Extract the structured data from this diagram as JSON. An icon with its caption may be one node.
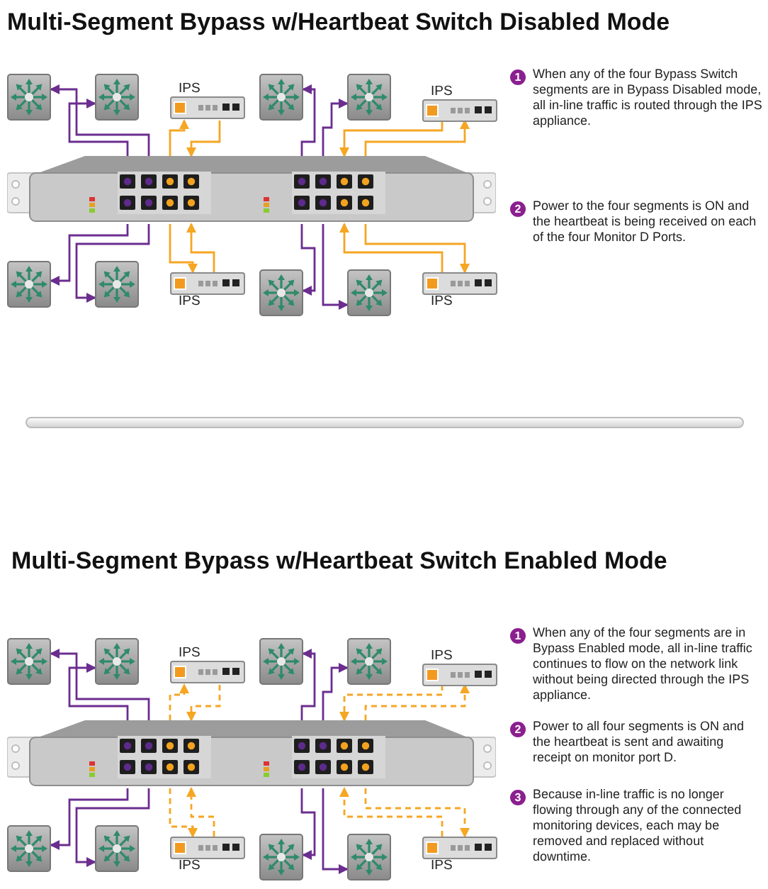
{
  "diagram": {
    "title": "Multi-Segment Bypass w/Heartbeat Switch Disabled Mode",
    "nodes": [
      {
        "text": [],
        "shape": "picture"
      },
      {
        "text": [],
        "shape": "picture"
      },
      {
        "text": [
          "IPS"
        ]
      },
      {
        "text": [],
        "shape": "picture"
      },
      {
        "text": [],
        "shape": "picture"
      },
      {
        "text": [
          "IPS"
        ]
      },
      {
        "text": [],
        "shape": "picture"
      },
      {
        "text": [],
        "shape": "picture"
      },
      {
        "text": [],
        "shape": "picture"
      },
      {
        "text": [
          "IPS"
        ]
      },
      {
        "text": [],
        "shape": "picture"
      },
      {
        "text": [],
        "shape": "picture"
      },
      {
        "text": [
          "IPS"
        ]
      },
      {
        "text": [],
        "shape": "picture"
      },
      {
        "text": [],
        "shape": "picture"
      },
      {
        "text": [
          "IPS"
        ]
      },
      {
        "text": [],
        "shape": "picture"
      },
      {
        "text": [],
        "shape": "picture"
      },
      {
        "text": [
          "IPS"
        ]
      },
      {
        "text": [],
        "shape": "picture"
      },
      {
        "text": [],
        "shape": "picture"
      },
      {
        "text": [],
        "shape": "picture"
      },
      {
        "text": [
          "IPS"
        ]
      },
      {
        "text": [],
        "shape": "picture"
      },
      {
        "text": [],
        "shape": "picture"
      },
      {
        "text": [
          "IPS"
        ]
      }
    ],
    "edges": [
      {
        "from": 6,
        "to": 0,
        "arrow": "to"
      },
      {
        "from": 6,
        "to": 1,
        "arrow": "to"
      },
      {
        "from": 6,
        "to": 3,
        "arrow": "to"
      },
      {
        "from": 6,
        "to": 4,
        "arrow": "to"
      },
      {
        "from": 6,
        "to": 7,
        "arrow": "to"
      },
      {
        "from": 6,
        "to": 8,
        "arrow": "to"
      },
      {
        "from": 6,
        "to": 10,
        "arrow": "to"
      },
      {
        "from": 6,
        "to": 11,
        "arrow": "to"
      },
      {
        "from": 6,
        "to": 2,
        "arrow": "to",
        "color": "#f5a623"
      },
      {
        "from": 2,
        "to": 6,
        "arrow": "to",
        "color": "#f5a623"
      },
      {
        "from": 6,
        "to": 5,
        "arrow": "to",
        "color": "#f5a623"
      },
      {
        "from": 5,
        "to": 6,
        "arrow": "to",
        "color": "#f5a623"
      },
      {
        "from": 6,
        "to": 9,
        "arrow": "to",
        "color": "#f5a623"
      },
      {
        "from": 9,
        "to": 6,
        "arrow": "to",
        "color": "#f5a623"
      },
      {
        "from": 6,
        "to": 12,
        "arrow": "to",
        "color": "#f5a623"
      },
      {
        "from": 12,
        "to": 6,
        "arrow": "to",
        "color": "#f5a623"
      },
      {
        "from": 19,
        "to": 13,
        "arrow": "to"
      },
      {
        "from": 19,
        "to": 14,
        "arrow": "to"
      },
      {
        "from": 19,
        "to": 16,
        "arrow": "to"
      },
      {
        "from": 19,
        "to": 17,
        "arrow": "to"
      },
      {
        "from": 19,
        "to": 20,
        "arrow": "to"
      },
      {
        "from": 19,
        "to": 21,
        "arrow": "to"
      },
      {
        "from": 19,
        "to": 23,
        "arrow": "to"
      },
      {
        "from": 19,
        "to": 24,
        "arrow": "to"
      },
      {
        "from": 19,
        "to": 15,
        "arrow": "to",
        "style": "dashed",
        "color": "#f5a623"
      },
      {
        "from": 15,
        "to": 19,
        "arrow": "to",
        "style": "dashed",
        "color": "#f5a623"
      },
      {
        "from": 19,
        "to": 18,
        "arrow": "to",
        "style": "dashed",
        "color": "#f5a623"
      },
      {
        "from": 18,
        "to": 19,
        "arrow": "to",
        "style": "dashed",
        "color": "#f5a623"
      },
      {
        "from": 19,
        "to": 22,
        "arrow": "to",
        "style": "dashed",
        "color": "#f5a623"
      },
      {
        "from": 22,
        "to": 19,
        "arrow": "to",
        "style": "dashed",
        "color": "#f5a623"
      },
      {
        "from": 19,
        "to": 25,
        "arrow": "to",
        "style": "dashed",
        "color": "#f5a623"
      },
      {
        "from": 25,
        "to": 19,
        "arrow": "to",
        "style": "dashed",
        "color": "#f5a623"
      }
    ],
    "labels": [
      "1",
      "When any of the four Bypass Switch segments are in Bypass Disabled mode, all in-line traffic is routed through the IPS appliance.",
      "2",
      "Power to the four segments is ON and the heartbeat is being received on each of the four Monitor  D Ports.",
      "Multi-Segment Bypass w/Heartbeat Switch Enabled Mode",
      "1",
      "When any of the four segments are in Bypass Enabled mode, all in-line traffic continues to flow on the network link without being directed through the IPS appliance.",
      "2",
      "Power to all four segments is ON and the heartbeat is sent and awaiting receipt on monitor port D.",
      "3",
      "Because in-line traffic is no longer flowing through any of the connected monitoring devices, each may be removed and replaced without downtime."
    ]
  }
}
